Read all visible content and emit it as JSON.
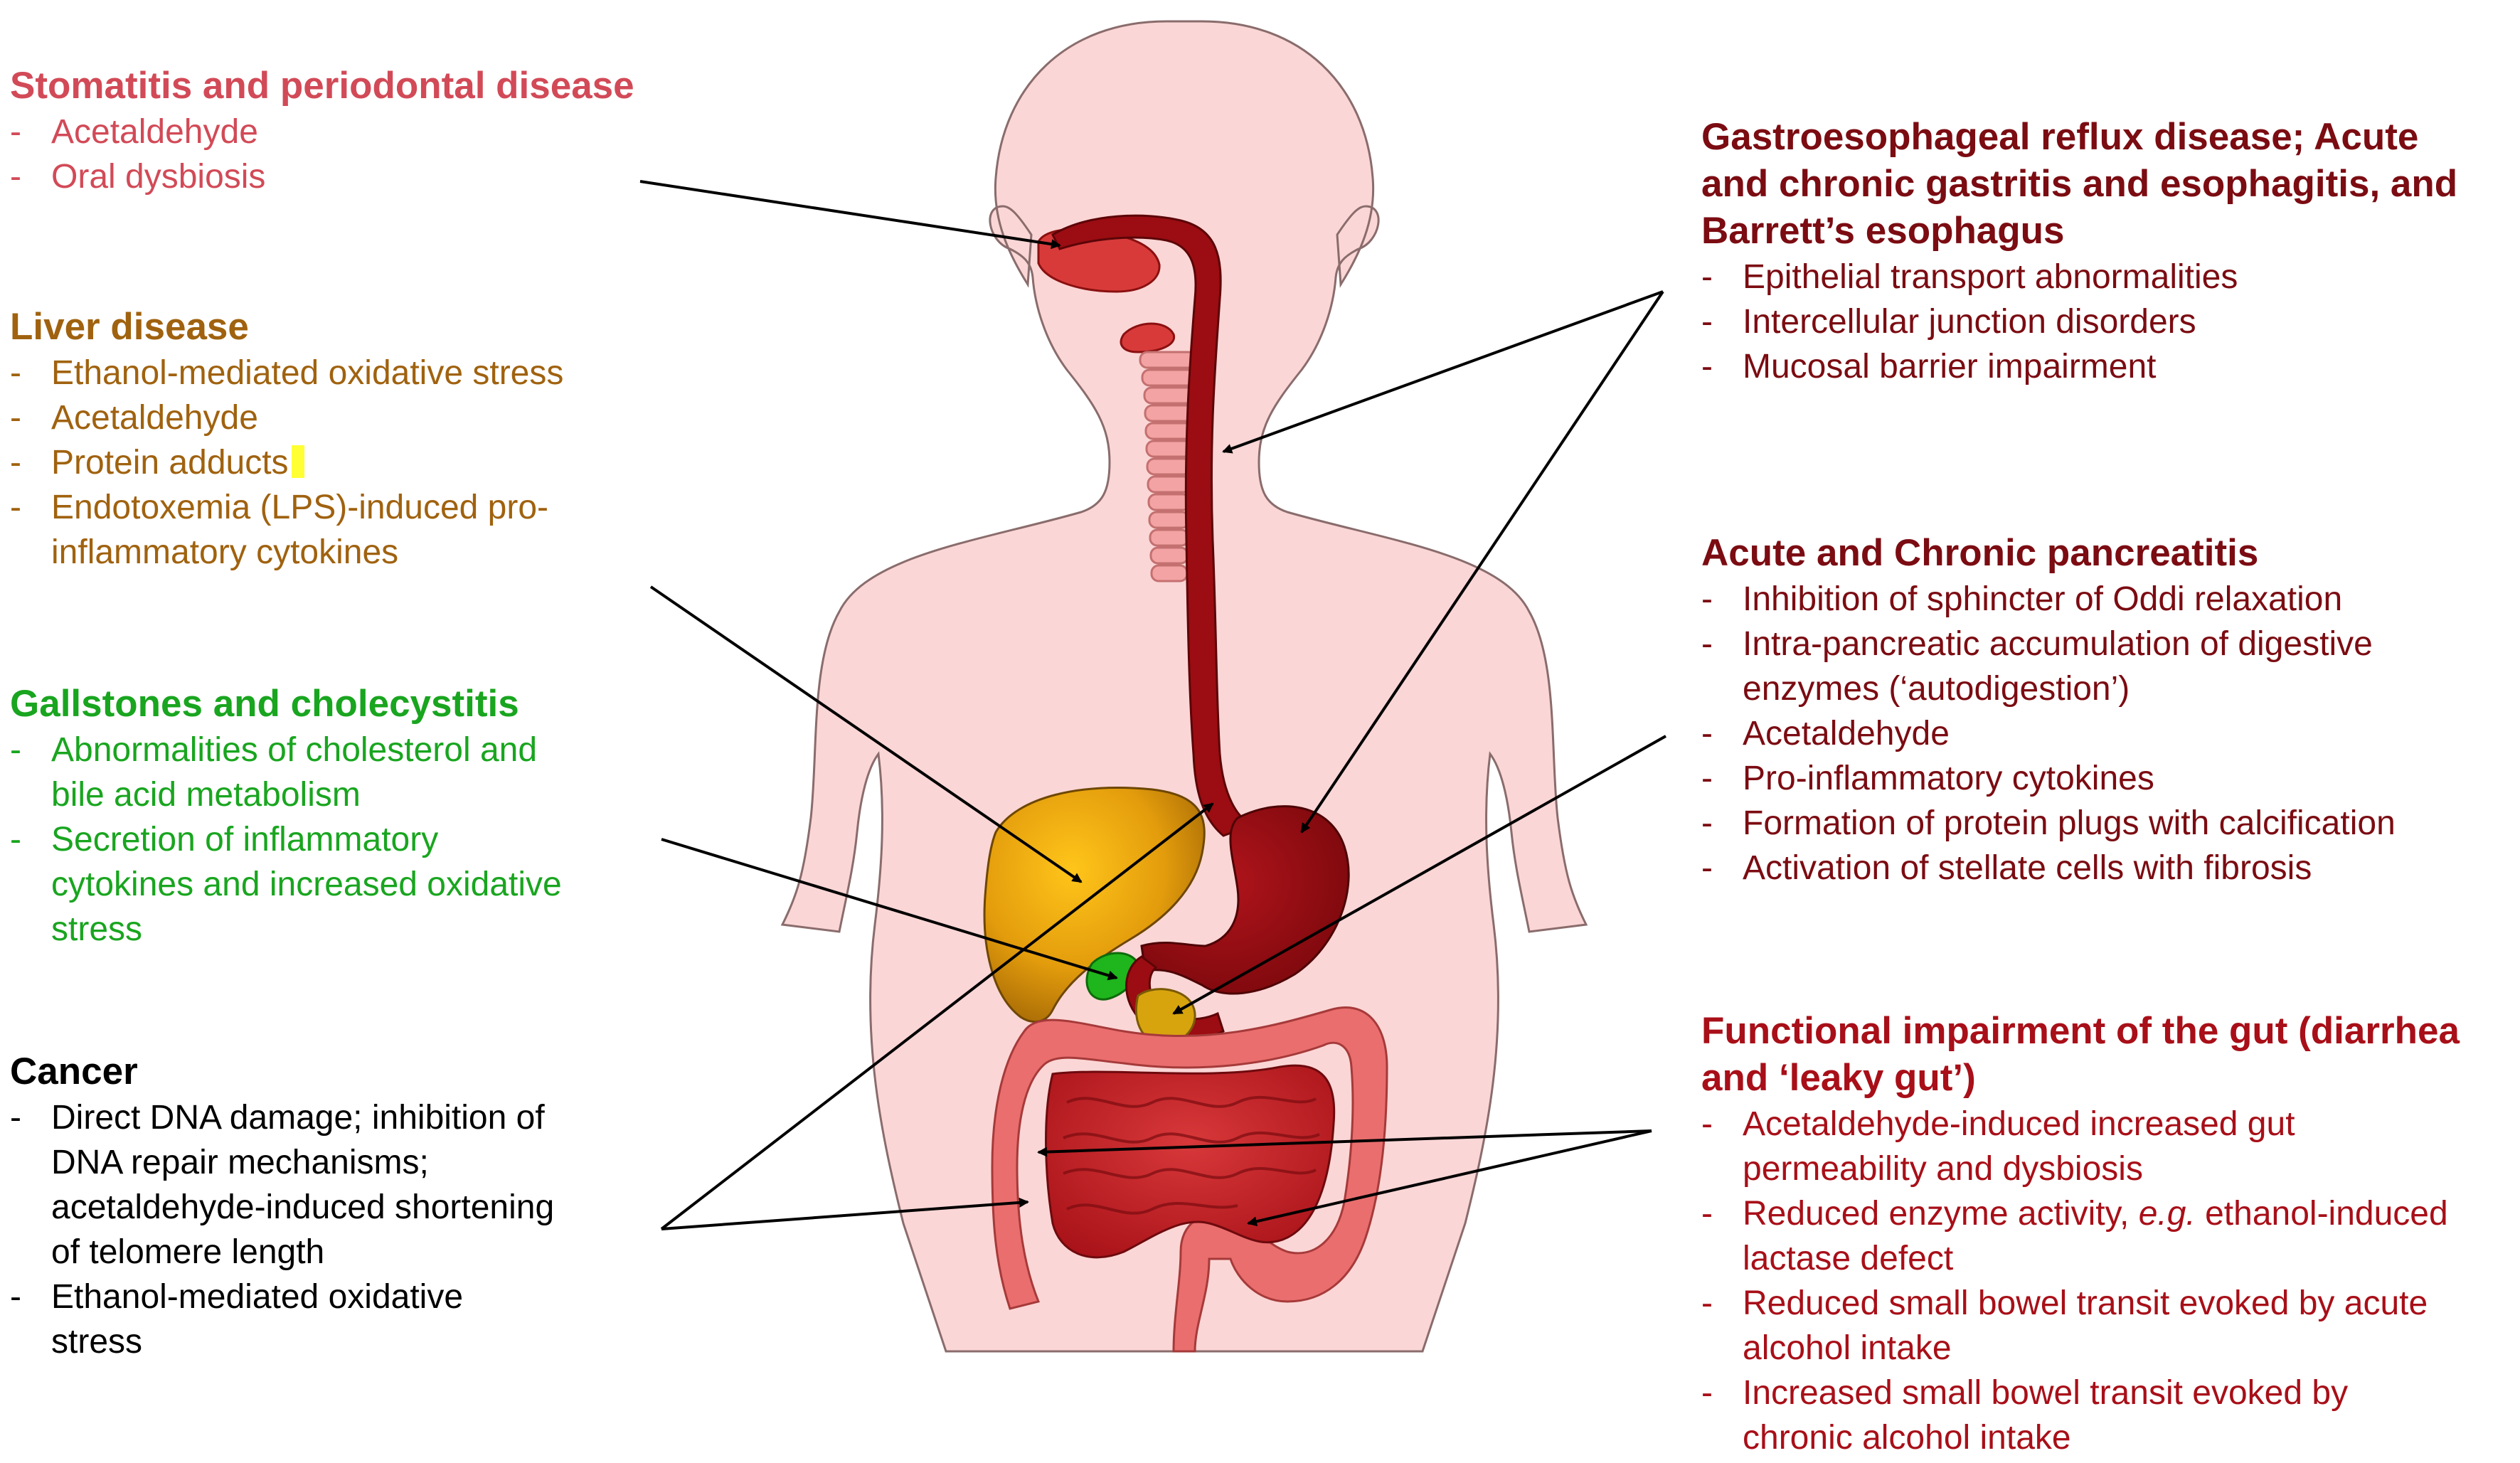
{
  "colors": {
    "stomatitis": "#d24a57",
    "liver": "#a0620f",
    "gallstones": "#19a51f",
    "cancer": "#000000",
    "gerd": "#7b0c12",
    "pancreatitis": "#7b0c12",
    "gut": "#a80f18",
    "body_fill": "#fbd6d6",
    "esophagus_red": "#9b0d12",
    "liver_fill": "#d9950e",
    "gallbladder_fill": "#1fb51c",
    "colon_fill": "#ea6e6e",
    "highlight": "#ffff33"
  },
  "stomatitis": {
    "title": "Stomatitis and periodontal disease",
    "items": [
      "Acetaldehyde",
      "Oral dysbiosis"
    ]
  },
  "liver": {
    "title": "Liver disease",
    "items": [
      "Ethanol-mediated oxidative stress",
      "Acetaldehyde",
      "Protein adducts",
      "Endotoxemia (LPS)-induced pro-",
      "inflammatory cytokines"
    ]
  },
  "gallstones": {
    "title": "Gallstones and cholecystitis",
    "item1_line1": "Abnormalities of cholesterol and",
    "item1_line2": "bile acid metabolism",
    "item2_line1": "Secretion of inflammatory",
    "item2_line2": "cytokines and increased oxidative",
    "item2_line3": "stress"
  },
  "cancer": {
    "title": "Cancer",
    "item1_line1": "Direct DNA damage; inhibition of",
    "item1_line2": "DNA repair mechanisms;",
    "item1_line3": "acetaldehyde-induced shortening",
    "item1_line4": "of telomere length",
    "item2_line1": "Ethanol-mediated oxidative",
    "item2_line2": "stress"
  },
  "gerd": {
    "title_line1": "Gastroesophageal reflux disease; Acute",
    "title_line2": "and chronic gastritis and esophagitis, and",
    "title_line3": "Barrett’s esophagus",
    "items": [
      "Epithelial transport abnormalities",
      "Intercellular junction disorders",
      "Mucosal barrier impairment"
    ]
  },
  "pancreatitis": {
    "title": "Acute and Chronic pancreatitis",
    "item1": "Inhibition of sphincter of Oddi relaxation",
    "item2_line1": "Intra-pancreatic accumulation of digestive",
    "item2_line2": "enzymes (‘autodigestion’)",
    "item3": "Acetaldehyde",
    "item4": "Pro-inflammatory cytokines",
    "item5": "Formation of protein plugs with calcification",
    "item6": "Activation of stellate cells with fibrosis"
  },
  "gut": {
    "title_line1": "Functional impairment of the gut (diarrhea",
    "title_line2": "and ‘leaky gut’)",
    "item1_line1": "Acetaldehyde-induced increased gut",
    "item1_line2": "permeability and dysbiosis",
    "item2_prefix": "Reduced enzyme activity, ",
    "item2_em": "e.g.",
    "item2_suffix": " ethanol-induced",
    "item2_line2": "lactase defect",
    "item3_line1": "Reduced small bowel transit evoked by acute",
    "item3_line2": "alcohol intake",
    "item4_line1": "Increased small bowel transit evoked by",
    "item4_line2": "chronic alcohol intake"
  },
  "dash": "-"
}
